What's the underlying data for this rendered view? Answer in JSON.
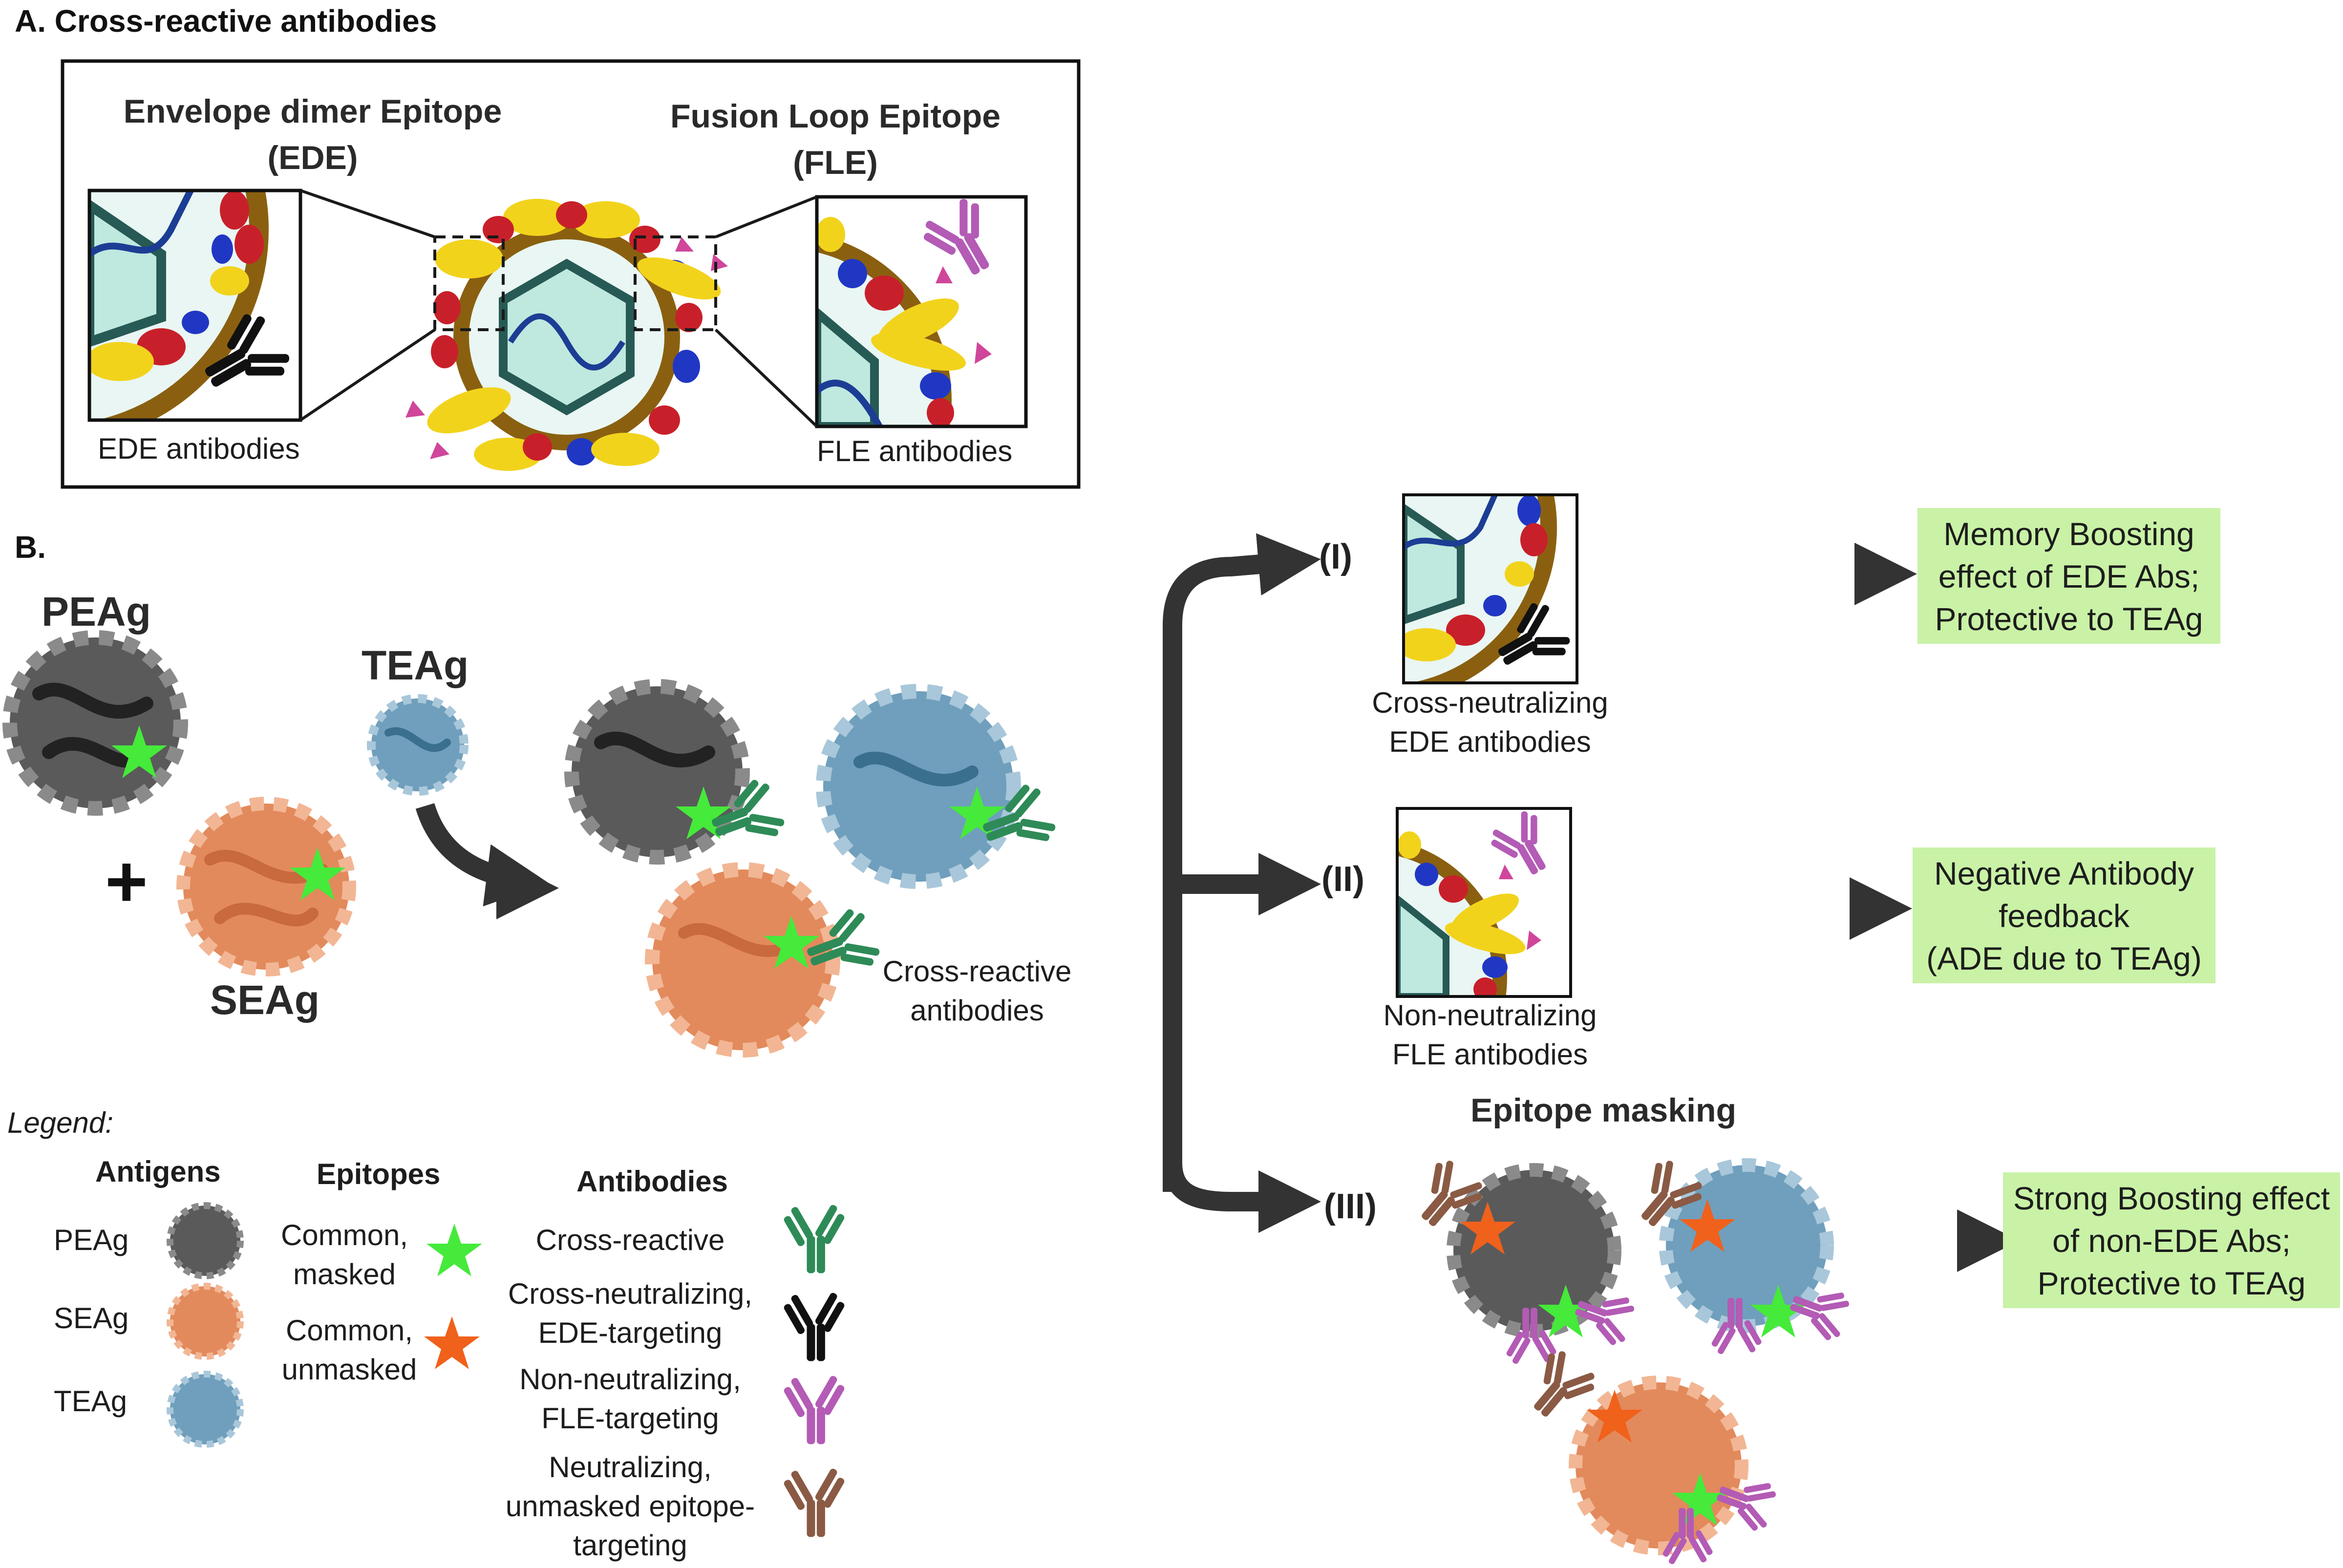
{
  "panel_a": {
    "title": "A. Cross-reactive antibodies",
    "ede": {
      "title": [
        "Envelope dimer Epitope",
        "(EDE)"
      ],
      "caption": "EDE antibodies"
    },
    "fle": {
      "title": [
        "Fusion Loop Epitope",
        "(FLE)"
      ],
      "caption": "FLE antibodies"
    }
  },
  "panel_b": {
    "title": "B.",
    "antigens": {
      "peag": "PEAg",
      "teag": "TEAg",
      "seag": "SEAg",
      "plus": "+"
    },
    "cross_reactive_label": [
      "Cross-reactive",
      "antibodies"
    ],
    "branches": [
      {
        "roman": "(I)",
        "label": [
          "Cross-neutralizing",
          "EDE antibodies"
        ],
        "outcome": [
          "Memory Boosting",
          "effect of EDE Abs;",
          "Protective to TEAg"
        ]
      },
      {
        "roman": "(II)",
        "label": [
          "Non-neutralizing",
          "FLE antibodies"
        ],
        "outcome": [
          "Negative Antibody",
          "feedback",
          "(ADE due to TEAg)"
        ]
      },
      {
        "roman": "(III)",
        "label": [
          "Epitope masking"
        ],
        "outcome": [
          "Strong Boosting effect",
          "of non-EDE Abs;",
          "Protective to TEAg"
        ]
      }
    ]
  },
  "legend": {
    "title": "Legend:",
    "antigens_header": "Antigens",
    "epitopes_header": "Epitopes",
    "antibodies_header": "Antibodies",
    "antigens": [
      "PEAg",
      "SEAg",
      "TEAg"
    ],
    "epitopes": [
      [
        "Common,",
        "masked"
      ],
      [
        "Common,",
        "unmasked"
      ]
    ],
    "antibodies": [
      [
        "Cross-reactive"
      ],
      [
        "Cross-neutralizing,",
        "EDE-targeting"
      ],
      [
        "Non-neutralizing,",
        "FLE-targeting"
      ],
      [
        "Neutralizing,",
        "unmasked epitope-",
        "targeting"
      ]
    ]
  },
  "colors": {
    "peag": "#5a5a5a",
    "seag": "#e28a5c",
    "teag": "#6f9fbc",
    "masked_star": "#45ea3a",
    "unmasked_star": "#f0611b",
    "cross_reactive_ab": "#2e8b57",
    "ede_ab": "#111111",
    "fle_ab": "#b35bb5",
    "unmasked_ab": "#8a5a44",
    "outcome_box": "#c9f2a6"
  }
}
